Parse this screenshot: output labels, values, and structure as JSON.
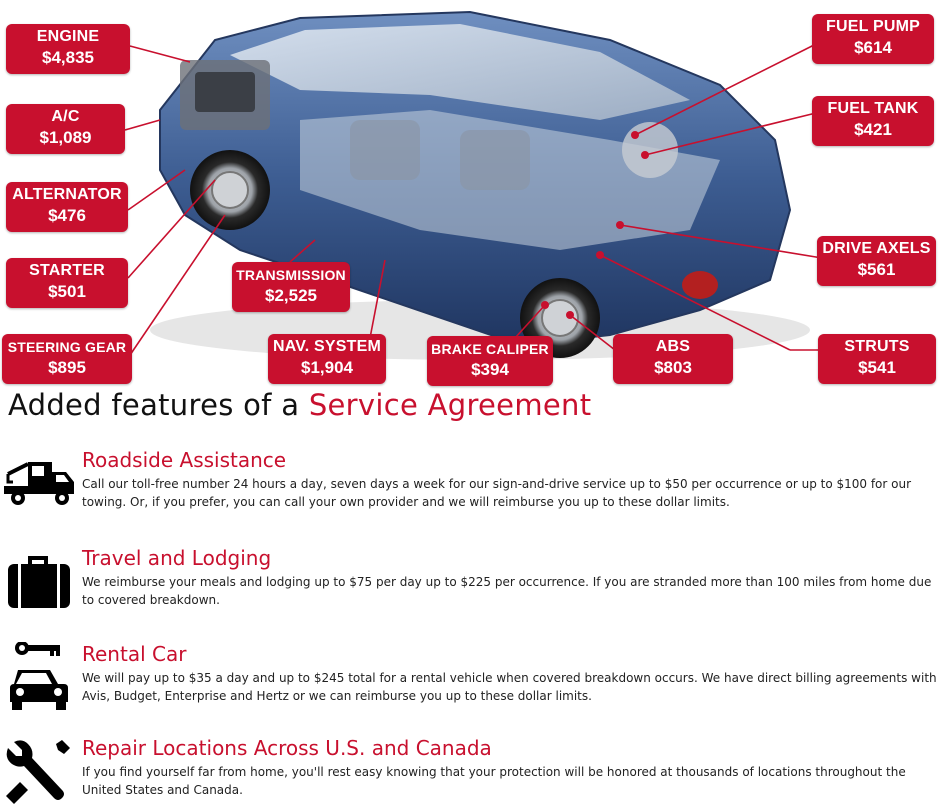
{
  "parts": {
    "engine": {
      "name": "ENGINE",
      "price": "$4,835"
    },
    "ac": {
      "name": "A/C",
      "price": "$1,089"
    },
    "alternator": {
      "name": "ALTERNATOR",
      "price": "$476"
    },
    "starter": {
      "name": "STARTER",
      "price": "$501"
    },
    "steering": {
      "name": "STEERING GEAR",
      "price": "$895"
    },
    "transmission": {
      "name": "TRANSMISSION",
      "price": "$2,525"
    },
    "nav": {
      "name": "NAV. SYSTEM",
      "price": "$1,904"
    },
    "brake": {
      "name": "BRAKE CALIPER",
      "price": "$394"
    },
    "abs": {
      "name": "ABS",
      "price": "$803"
    },
    "fuelpump": {
      "name": "FUEL PUMP",
      "price": "$614"
    },
    "fueltank": {
      "name": "FUEL TANK",
      "price": "$421"
    },
    "axels": {
      "name": "DRIVE AXELS",
      "price": "$561"
    },
    "struts": {
      "name": "STRUTS",
      "price": "$541"
    }
  },
  "section": {
    "title_prefix": "Added features of a ",
    "title_accent": "Service Agreement"
  },
  "features": [
    {
      "icon": "tow-truck-icon",
      "title": "Roadside Assistance",
      "text": "Call our toll-free number 24 hours a day, seven days a week for our sign-and-drive service up to $50 per occurrence or up to $100 for our towing. Or, if you prefer, you can call your own provider and we will reimburse you up to these dollar limits."
    },
    {
      "icon": "suitcase-icon",
      "title": "Travel and Lodging",
      "text": "We reimburse your meals and lodging up to $75 per day up to $225 per occurrence. If you are stranded more than 100 miles from home due to covered breakdown."
    },
    {
      "icon": "car-key-icon",
      "title": "Rental Car",
      "text": "We will pay up to $35 a day and up to $245 total for a rental vehicle when covered breakdown occurs. We have direct billing agreements with Avis, Budget, Enterprise and Hertz or we can reimburse you up to these dollar limits."
    },
    {
      "icon": "wrench-screwdriver-icon",
      "title": "Repair Locations Across U.S. and Canada",
      "text": "If you find yourself far from home, you'll rest easy knowing that your protection will be honored at thousands of locations throughout the United States and Canada."
    }
  ],
  "colors": {
    "accent": "#c8102e",
    "car_body": "#3c5a8a"
  }
}
